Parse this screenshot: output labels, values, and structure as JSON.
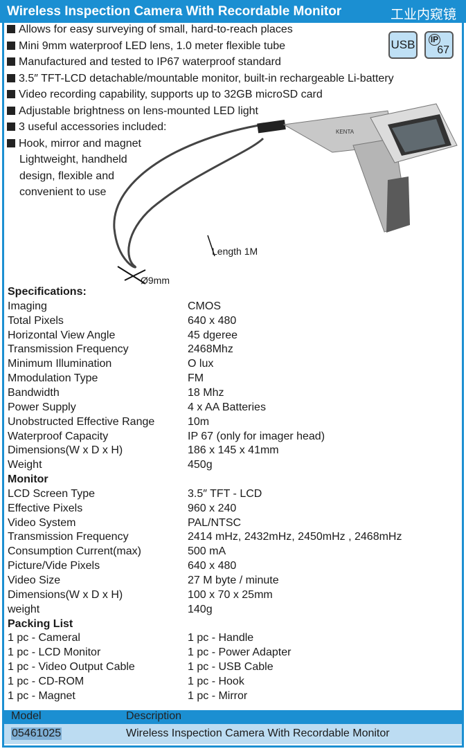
{
  "header": {
    "title": "Wireless Inspection Camera With Recordable Monitor",
    "title_cn": "工业内窥镜"
  },
  "badges": {
    "usb": "USB",
    "ip": "IP",
    "ip_num": "67"
  },
  "features": [
    "Allows for easy surveying of small, hard-to-reach places",
    "Mini 9mm waterproof LED lens, 1.0 meter flexible tube",
    "Manufactured and tested to IP67 waterproof standard",
    "3.5″ TFT-LCD detachable/mountable monitor, built-in rechargeable Li-battery",
    "Video recording capability, supports up to 32GB microSD card",
    "Adjustable brightness on lens-mounted LED light",
    "3 useful accessories included:",
    "Hook, mirror and magnet"
  ],
  "feature_extra": [
    "Lightweight, handheld",
    "design, flexible and",
    "convenient to use"
  ],
  "image_labels": {
    "length": "Length 1M",
    "diameter": "Ø9mm",
    "brand": "KENTA"
  },
  "specs": [
    {
      "h": "Specifications:"
    },
    {
      "k": "Imaging",
      "v": "CMOS"
    },
    {
      "k": "Total Pixels",
      "v": "640 x 480"
    },
    {
      "k": "Horizontal View Angle",
      "v": "45 dgeree"
    },
    {
      "k": "Transmission Frequency",
      "v": "2468Mhz"
    },
    {
      "k": "Minimum Illumination",
      "v": "O lux"
    },
    {
      "k": "Mmodulation Type",
      "v": "FM"
    },
    {
      "k": "Bandwidth",
      "v": "18 Mhz"
    },
    {
      "k": "Power Supply",
      "v": "4 x AA Batteries"
    },
    {
      "k": "Unobstructed Effective Range",
      "v": "10m"
    },
    {
      "k": "Waterproof Capacity",
      "v": "IP 67 (only for imager head)"
    },
    {
      "k": "Dimensions(W x D x H)",
      "v": "186 x 145 x 41mm"
    },
    {
      "k": "Weight",
      "v": "450g"
    },
    {
      "h": "Monitor"
    },
    {
      "k": "LCD Screen Type",
      "v": "3.5″ TFT - LCD"
    },
    {
      "k": "Effective Pixels",
      "v": "960 x 240"
    },
    {
      "k": "Video System",
      "v": "PAL/NTSC"
    },
    {
      "k": "Transmission Frequency",
      "v": "2414 mHz, 2432mHz, 2450mHz , 2468mHz"
    },
    {
      "k": "Consumption Current(max)",
      "v": "500 mA"
    },
    {
      "k": "Picture/Vide Pixels",
      "v": "640 x 480"
    },
    {
      "k": "Video Size",
      "v": "27 M byte / minute"
    },
    {
      "k": "Dimensions(W x D x H)",
      "v": "100 x 70 x 25mm"
    },
    {
      "k": "weight",
      "v": "140g"
    },
    {
      "h": "Packing List"
    },
    {
      "k": "1 pc - Cameral",
      "v": "1 pc - Handle"
    },
    {
      "k": "1 pc - LCD Monitor",
      "v": "1 pc - Power Adapter"
    },
    {
      "k": "1 pc - Video Output Cable",
      "v": "1 pc - USB Cable"
    },
    {
      "k": "1 pc - CD-ROM",
      "v": "1 pc - Hook"
    },
    {
      "k": "1 pc - Magnet",
      "v": "1 pc - Mirror"
    }
  ],
  "table": {
    "headers": [
      "Model",
      "Description"
    ],
    "rows": [
      {
        "model": "05461025",
        "description": "Wireless Inspection Camera With Recordable Monitor"
      }
    ]
  }
}
